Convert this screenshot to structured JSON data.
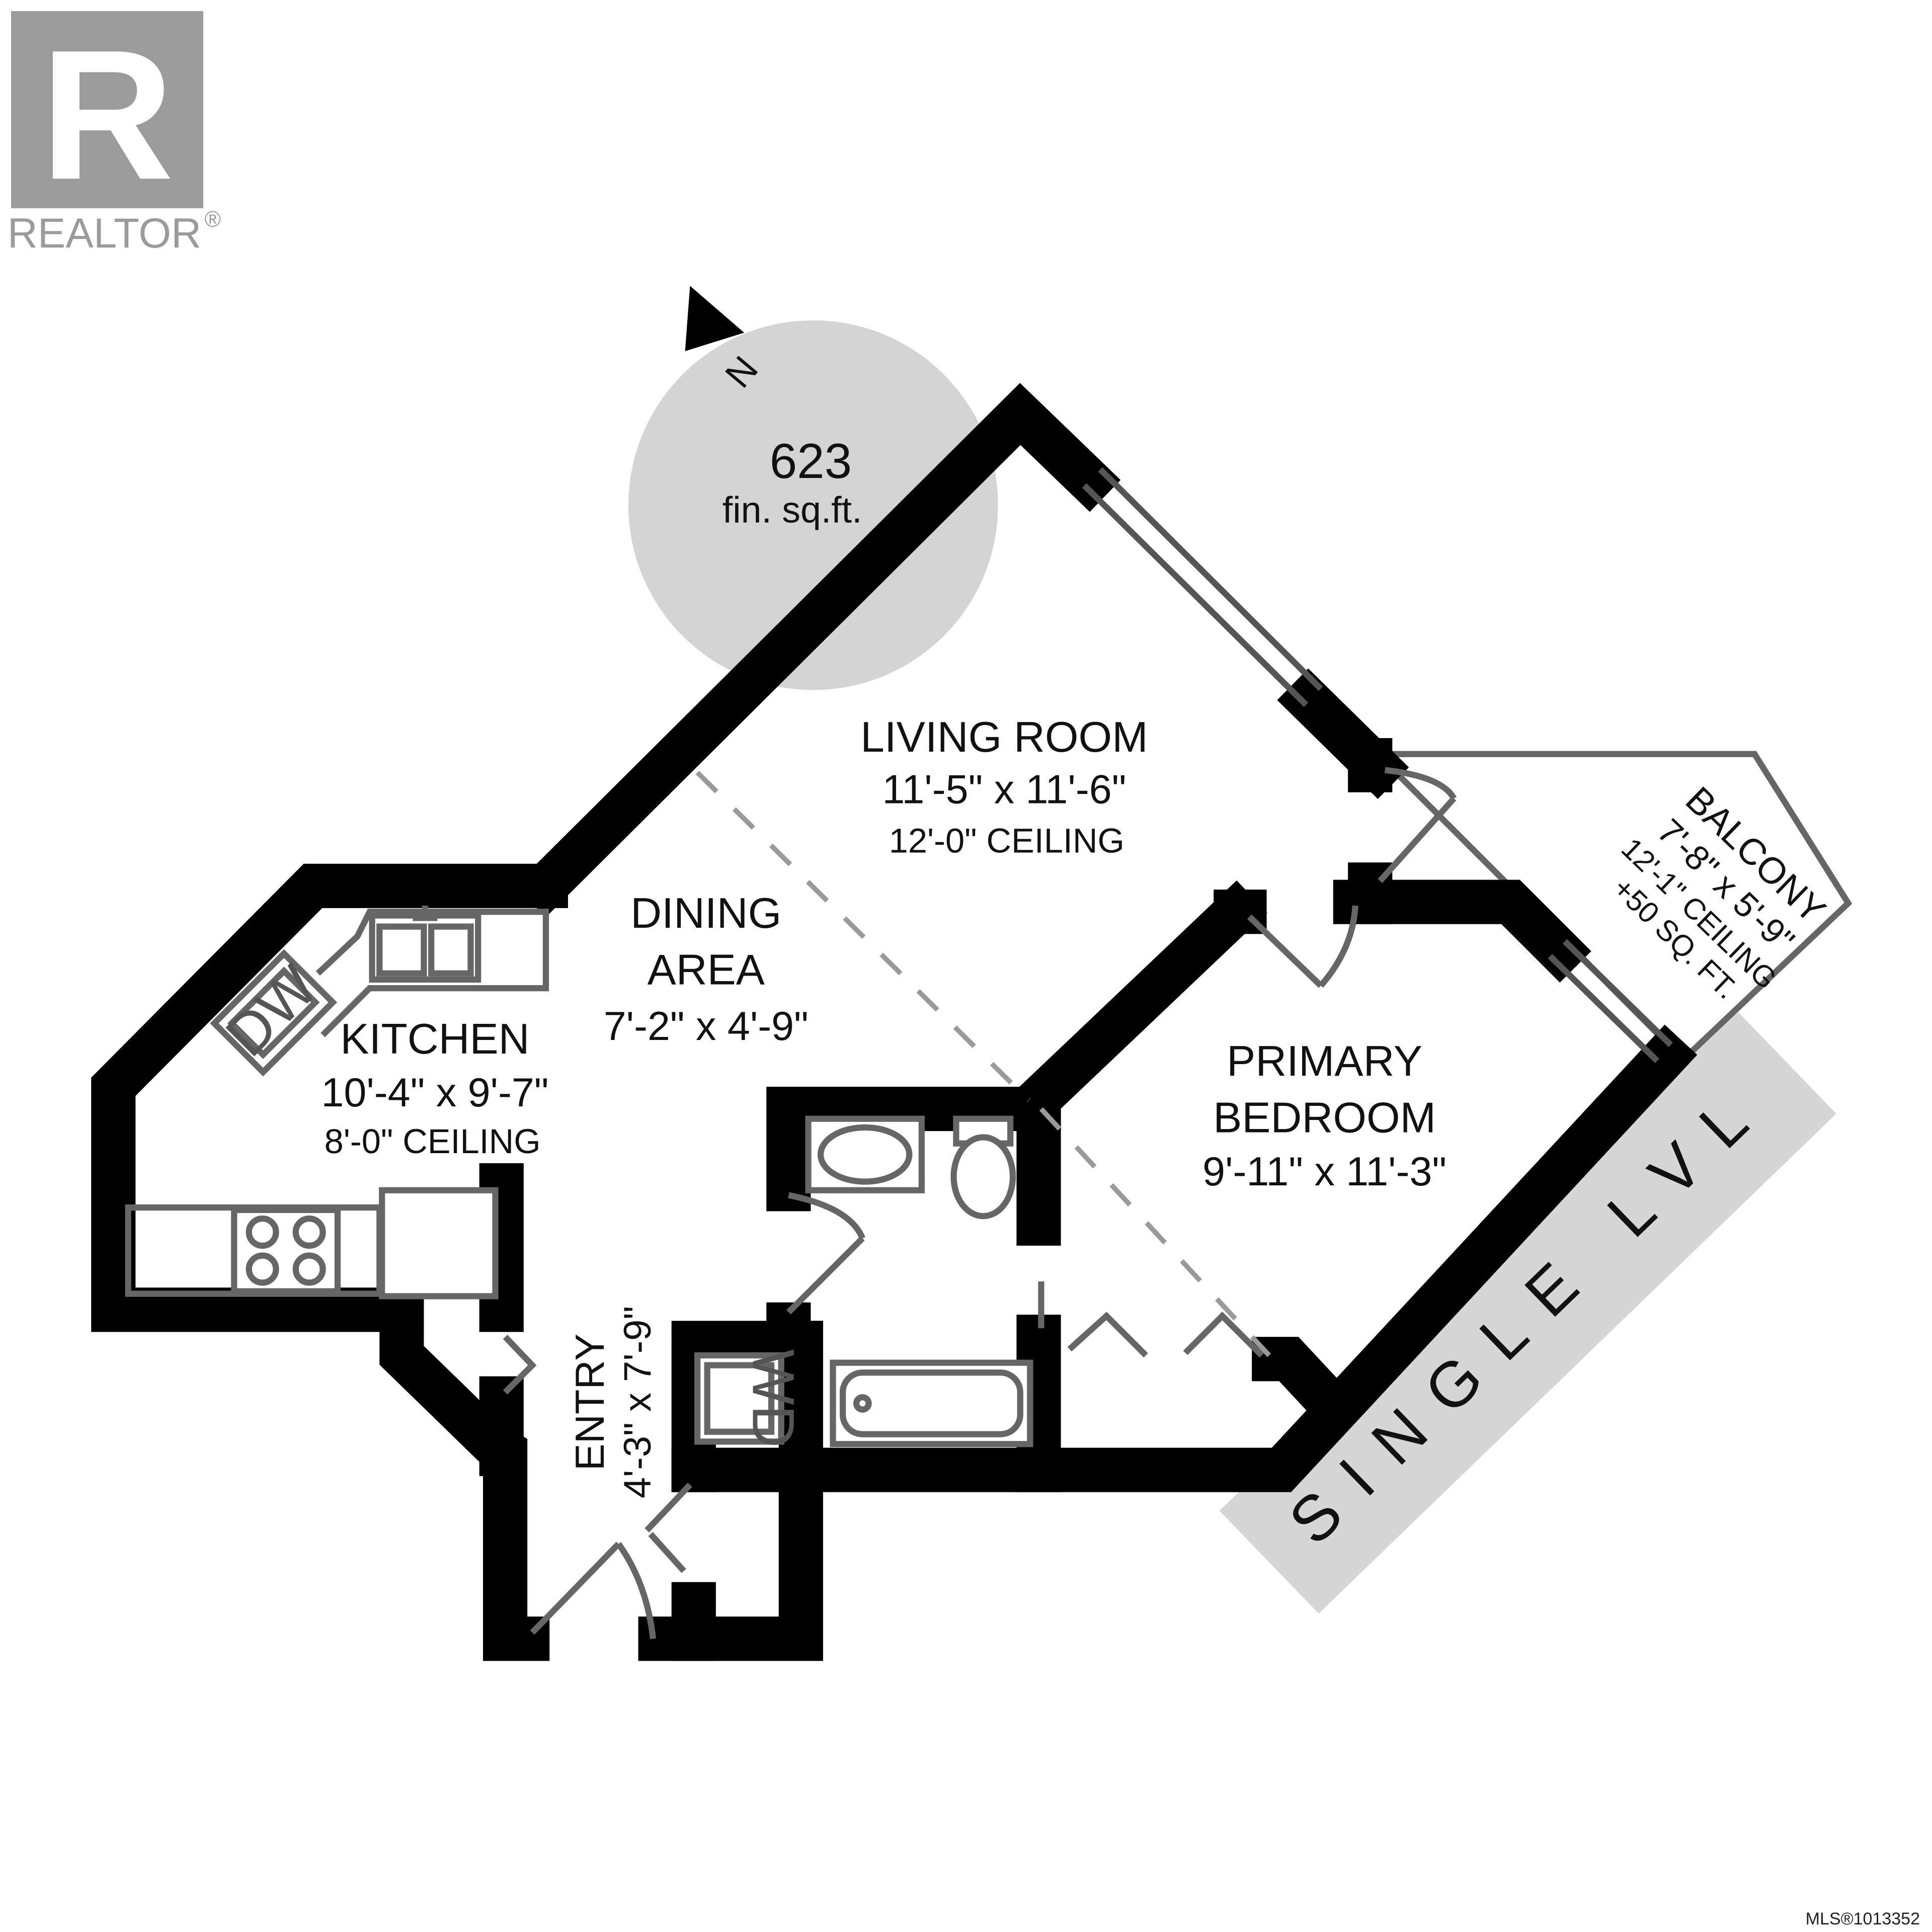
{
  "logo": {
    "wordmark": "REALTOR",
    "registered_mark": "®",
    "letter": "R"
  },
  "compass": {
    "north_label": "N",
    "area_value": "623",
    "area_unit": "fin. sq.ft."
  },
  "rooms": {
    "living": {
      "name": "LIVING ROOM",
      "dimensions": "11'-5\" x 11'-6\"",
      "ceiling": "12'-0\" CEILING"
    },
    "dining": {
      "name_line1": "DINING",
      "name_line2": "AREA",
      "dimensions": "7'-2\" x 4'-9\""
    },
    "kitchen": {
      "name": "KITCHEN",
      "dimensions": "10'-4\" x 9'-7\"",
      "ceiling": "8'-0\" CEILING"
    },
    "bedroom": {
      "name_line1": "PRIMARY",
      "name_line2": "BEDROOM",
      "dimensions": "9'-11\" x 11'-3\""
    },
    "entry": {
      "name": "ENTRY",
      "dimensions": "4'-3\" x 7'-9\""
    },
    "balcony": {
      "name": "BALCONY",
      "dimensions": "7'-8\" x 5'-9\"",
      "ceiling": "12'-1\" CEILING",
      "extra": "+50 SQ. FT."
    }
  },
  "appliances": {
    "dishwasher": "DW",
    "washer_dryer": "WD"
  },
  "level_banner": "SINGLE LVL",
  "footer": {
    "mls": "MLS®1013352"
  },
  "colors": {
    "wall": "#000000",
    "compass_fill": "#d4d4d4",
    "banner_fill": "#d6d6d6",
    "logo_fill": "#9b9b9b"
  }
}
